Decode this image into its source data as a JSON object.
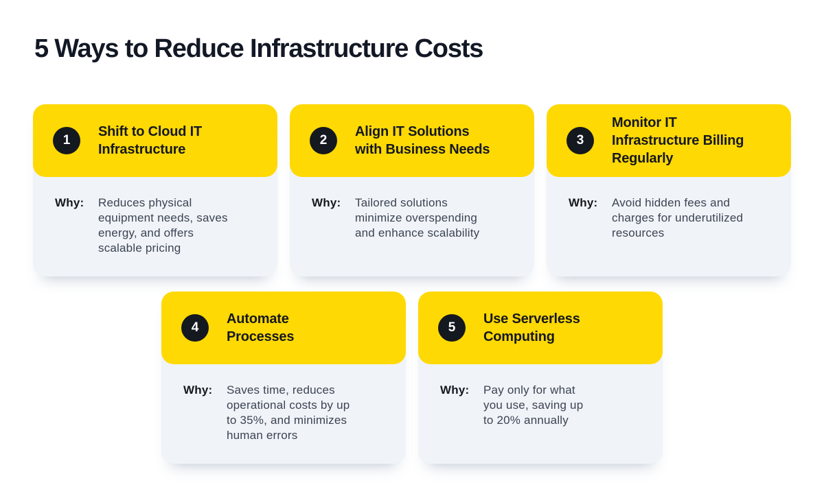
{
  "page": {
    "title": "5 Ways to Reduce Infrastructure Costs"
  },
  "colors": {
    "header_yellow": "#FFD903",
    "badge_dark": "#14181F",
    "title_dark": "#131826",
    "card_body_bg": "#F0F3F8",
    "description_text": "#3C4452",
    "background": "#FFFFFF"
  },
  "cards": [
    {
      "number": "1",
      "title": "Shift to Cloud IT\nInfrastructure",
      "why_label": "Why:",
      "description": "Reduces physical\nequipment needs, saves\nenergy, and offers\nscalable pricing"
    },
    {
      "number": "2",
      "title": "Align IT Solutions\nwith Business Needs",
      "why_label": "Why:",
      "description": "Tailored solutions\nminimize overspending\nand enhance scalability"
    },
    {
      "number": "3",
      "title": "Monitor IT\nInfrastructure Billing\nRegularly",
      "why_label": "Why:",
      "description": "Avoid hidden fees and\ncharges for underutilized\nresources"
    },
    {
      "number": "4",
      "title": "Automate\nProcesses",
      "why_label": "Why:",
      "description": "Saves time, reduces\noperational costs by up\nto 35%, and minimizes\nhuman errors"
    },
    {
      "number": "5",
      "title": "Use Serverless\nComputing",
      "why_label": "Why:",
      "description": "Pay only for what\nyou use, saving up\nto 20% annually"
    }
  ]
}
